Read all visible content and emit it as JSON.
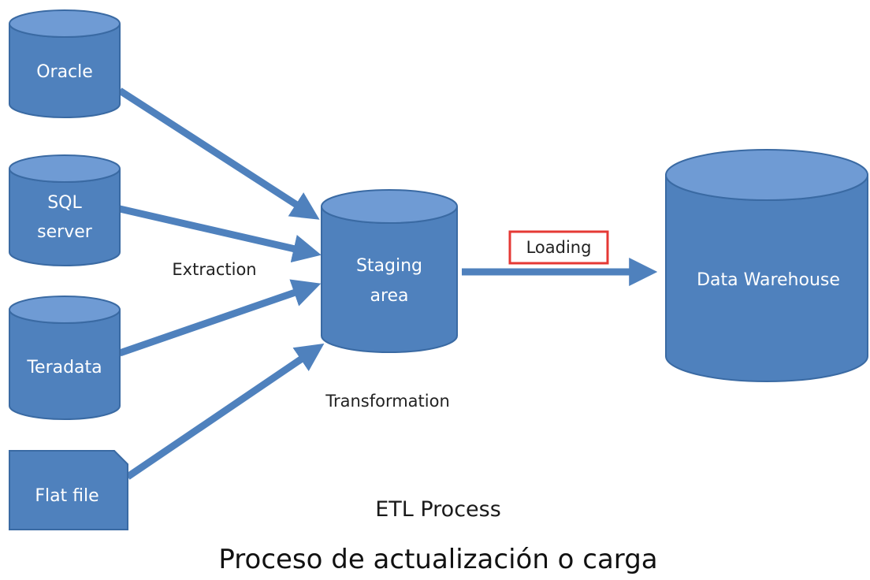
{
  "colors": {
    "node_fill": "#4f81bd",
    "node_top": "#6f9bd4",
    "node_stroke": "#3a6aa3",
    "arrow": "#4f81bd",
    "highlight_box": "#e53935"
  },
  "sources": {
    "oracle": "Oracle",
    "sql_server_line1": "SQL",
    "sql_server_line2": "server",
    "teradata": "Teradata",
    "flat_file": "Flat file"
  },
  "staging": {
    "line1": "Staging",
    "line2": "area"
  },
  "warehouse": "Data Warehouse",
  "labels": {
    "extraction": "Extraction",
    "transformation": "Transformation",
    "loading": "Loading"
  },
  "title": "ETL Process",
  "subtitle": "Proceso de actualización o carga"
}
